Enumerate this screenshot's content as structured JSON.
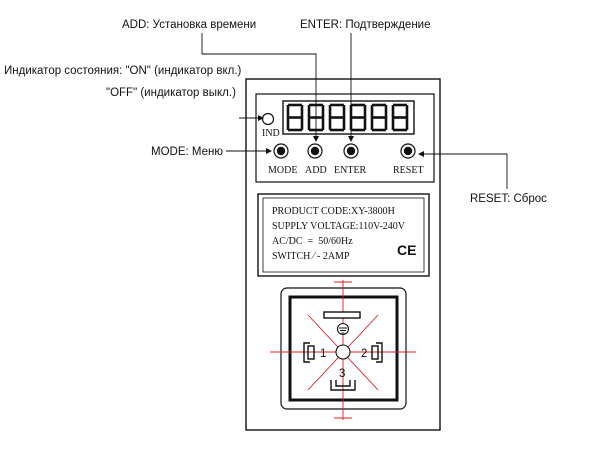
{
  "callouts": {
    "add": "ADD: Установка времени",
    "enter": "ENTER: Подтверждение",
    "indicator_on": "Индикатор состояния: \"ON\" (индикатор вкл.)",
    "indicator_off": "\"OFF\" (индикатор выкл.)",
    "mode": "MODE: Меню",
    "reset": "RESET: Сброс"
  },
  "panel": {
    "display_digits": "888888",
    "ind_label": "IND",
    "buttons": {
      "mode": "MODE",
      "add": "ADD",
      "enter": "ENTER",
      "reset": "RESET"
    }
  },
  "spec_plate": {
    "product_code": "PRODUCT CODE:XY-3800H",
    "supply_voltage": "SUPPLY VOLTAGE:110V-240V",
    "acdc": "AC/DC  =  50/60Hz",
    "switch": "SWITCH ⁄ - 2AMP",
    "ce_mark": "CE"
  },
  "socket": {
    "pin1": "1",
    "pin2": "2",
    "pin3": "3"
  },
  "colors": {
    "outline": "#111111",
    "crosshair": "#d9201f"
  }
}
